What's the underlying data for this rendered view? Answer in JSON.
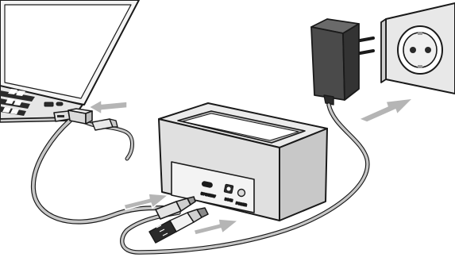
{
  "illustration": {
    "ports": {
      "usb_c_label": "5V 3A/15W",
      "dc_in_label": "DC IN",
      "power_label": "POWER"
    },
    "colors": {
      "arrow": "#b5b5b5",
      "outline": "#1a1a1a",
      "device_top": "#e9e9e9",
      "device_front": "#dcdcdc",
      "device_side": "#c8c8c8",
      "cable": "#c7c7c7",
      "adapter": "#4a4a4a"
    }
  }
}
